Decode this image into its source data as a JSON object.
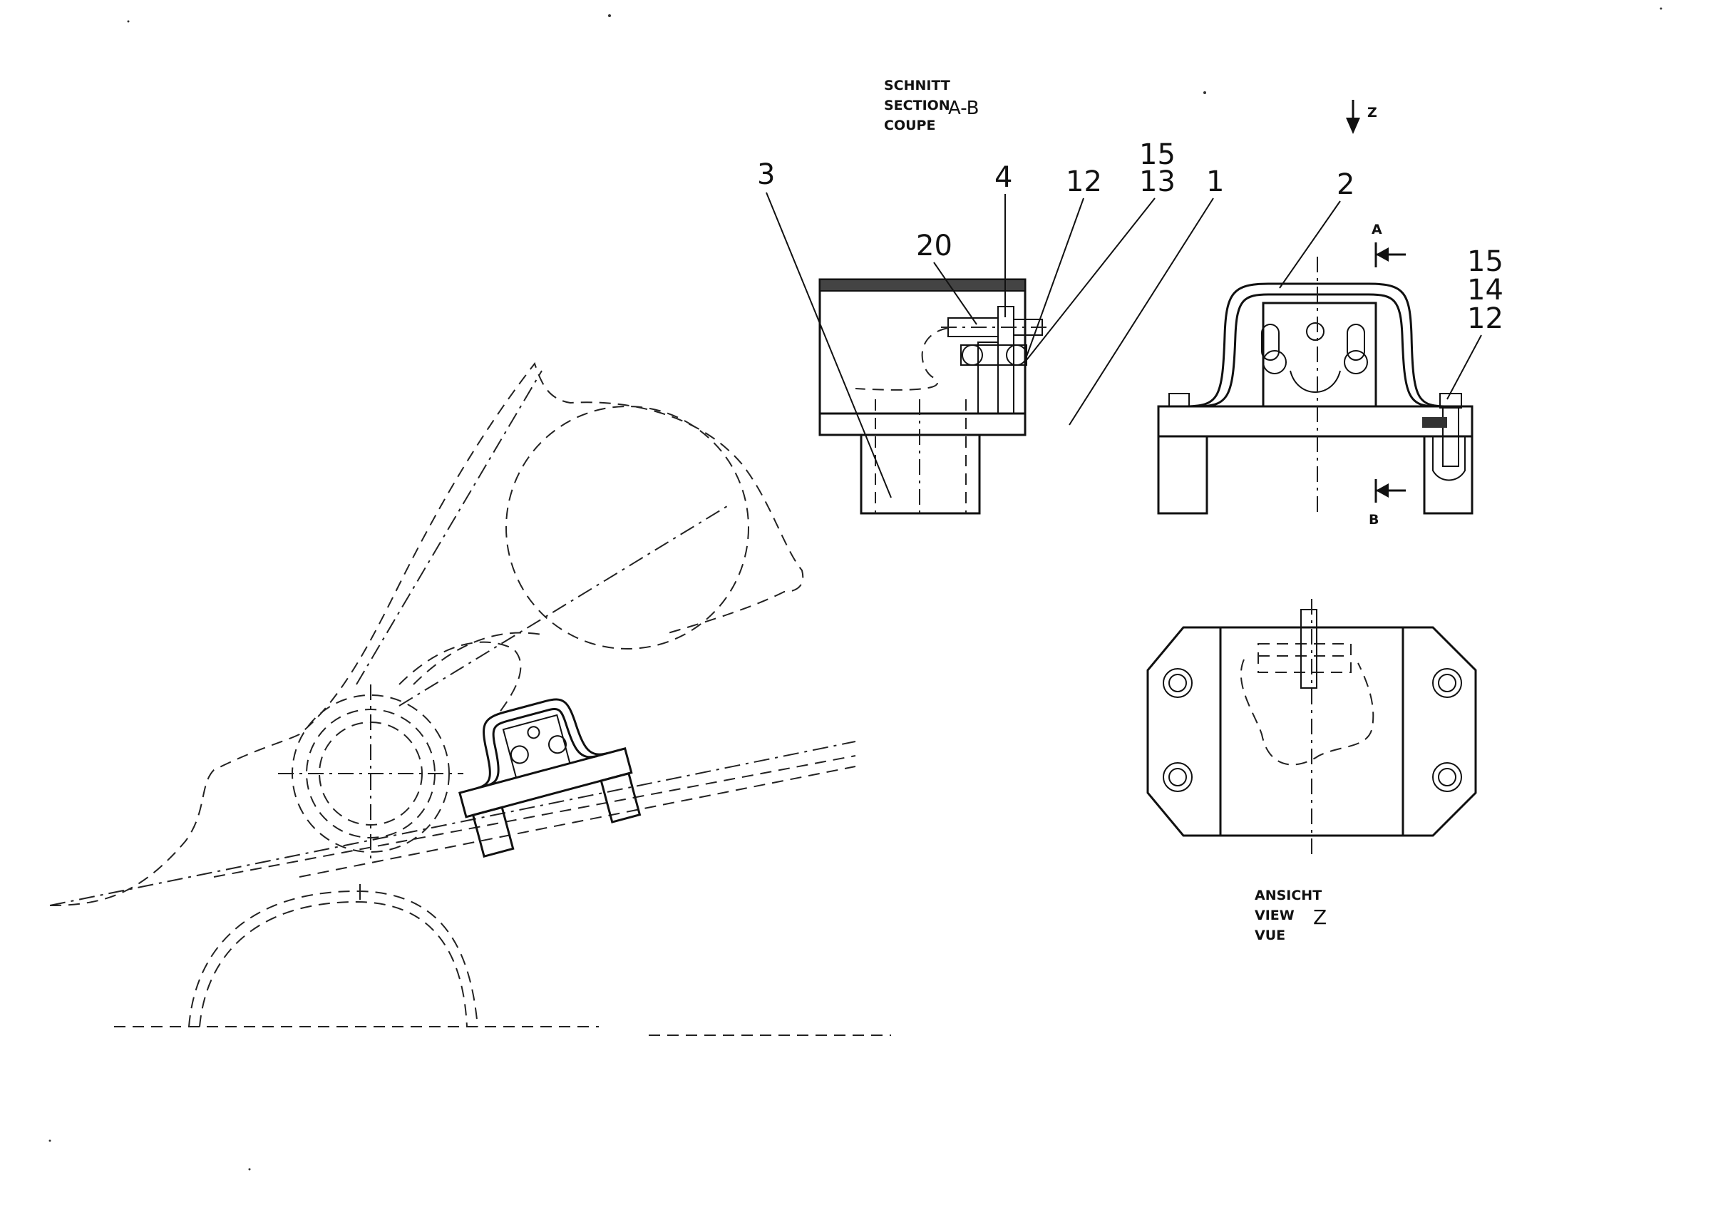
{
  "section_label": {
    "line1": "SCHNITT",
    "line2": "SECTION",
    "line3": "COUPE",
    "ref": "A-B"
  },
  "view_label": {
    "line1": "ANSICHT",
    "line2": "VIEW",
    "line3": "VUE",
    "ref": "Z"
  },
  "view_arrow": {
    "letter": "Z"
  },
  "cut_markers": {
    "top": "A",
    "bottom": "B"
  },
  "callouts": {
    "c3": "3",
    "c20": "20",
    "c4": "4",
    "c12a": "12",
    "c15a": "15",
    "c13": "13",
    "c1": "1",
    "c2": "2",
    "c15b": "15",
    "c14": "14",
    "c12b": "12"
  }
}
